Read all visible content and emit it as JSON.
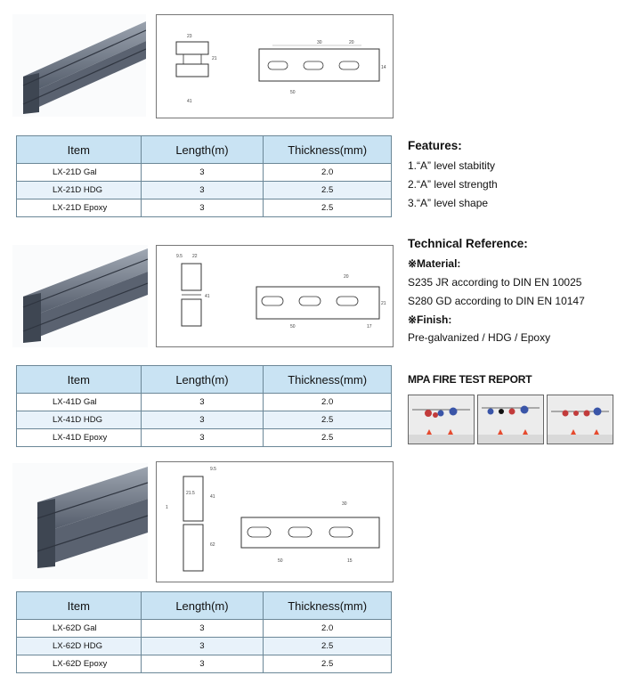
{
  "tables": [
    {
      "headers": [
        "Item",
        "Length(m)",
        "Thickness(mm)"
      ],
      "rows": [
        {
          "item": "LX-21D Gal",
          "length": "3",
          "thickness": "2.0"
        },
        {
          "item": "LX-21D HDG",
          "length": "3",
          "thickness": "2.5"
        },
        {
          "item": "LX-21D Epoxy",
          "length": "3",
          "thickness": "2.5"
        }
      ]
    },
    {
      "headers": [
        "Item",
        "Length(m)",
        "Thickness(mm)"
      ],
      "rows": [
        {
          "item": "LX-41D Gal",
          "length": "3",
          "thickness": "2.0"
        },
        {
          "item": "LX-41D HDG",
          "length": "3",
          "thickness": "2.5"
        },
        {
          "item": "LX-41D Epoxy",
          "length": "3",
          "thickness": "2.5"
        }
      ]
    },
    {
      "headers": [
        "Item",
        "Length(m)",
        "Thickness(mm)"
      ],
      "rows": [
        {
          "item": "LX-62D Gal",
          "length": "3",
          "thickness": "2.0"
        },
        {
          "item": "LX-62D HDG",
          "length": "3",
          "thickness": "2.5"
        },
        {
          "item": "LX-62D Epoxy",
          "length": "3",
          "thickness": "2.5"
        }
      ]
    }
  ],
  "features": {
    "title": "Features:",
    "items": [
      "1.“A” level stabitity",
      "2.“A” level strength",
      "3.“A” level shape"
    ]
  },
  "technical": {
    "title": "Technical Reference:",
    "material_label": "※Material:",
    "material_lines": [
      "S235 JR according to DIN EN 10025",
      "S280 GD according to DIN EN 10147"
    ],
    "finish_label": "※Finish:",
    "finish_line": "Pre-galvanized / HDG / Epoxy"
  },
  "mpa": {
    "title": "MPA FIRE TEST REPORT"
  },
  "drawings": {
    "d1": {
      "a": "23",
      "b": "30",
      "c": "20",
      "d": "50",
      "e": "14",
      "f": "21",
      "g": "41"
    },
    "d2": {
      "a": "9.5",
      "b": "22",
      "c": "20",
      "d": "50",
      "e": "17",
      "f": "41",
      "g": "21"
    },
    "d3": {
      "a": "9.5",
      "b": "21.5",
      "c": "30",
      "d": "50",
      "e": "15",
      "f": "41",
      "g": "62",
      "h": "1"
    }
  },
  "colors": {
    "table_header": "#c9e3f3",
    "table_alt_row": "#e8f2fa",
    "table_border": "#6b8797",
    "steel": "#6f7887"
  }
}
